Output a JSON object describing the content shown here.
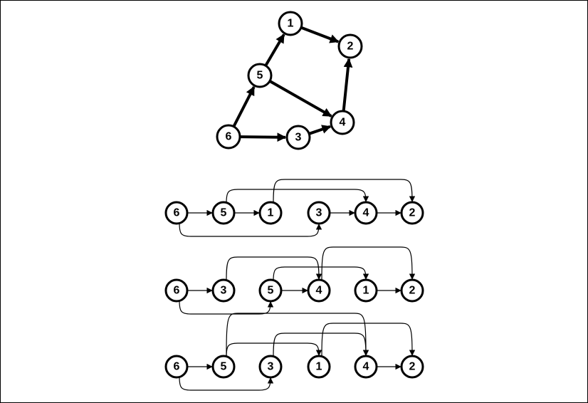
{
  "graph": {
    "nodes": [
      {
        "id": "1",
        "label": "1"
      },
      {
        "id": "2",
        "label": "2"
      },
      {
        "id": "3",
        "label": "3"
      },
      {
        "id": "4",
        "label": "4"
      },
      {
        "id": "5",
        "label": "5"
      },
      {
        "id": "6",
        "label": "6"
      }
    ],
    "edges": [
      {
        "from": "6",
        "to": "5"
      },
      {
        "from": "6",
        "to": "3"
      },
      {
        "from": "5",
        "to": "1"
      },
      {
        "from": "5",
        "to": "4"
      },
      {
        "from": "3",
        "to": "4"
      },
      {
        "from": "1",
        "to": "2"
      },
      {
        "from": "4",
        "to": "2"
      }
    ]
  },
  "orderings": [
    {
      "sequence": [
        "6",
        "5",
        "1",
        "3",
        "4",
        "2"
      ]
    },
    {
      "sequence": [
        "6",
        "3",
        "5",
        "4",
        "1",
        "2"
      ]
    },
    {
      "sequence": [
        "6",
        "5",
        "3",
        "1",
        "4",
        "2"
      ]
    }
  ]
}
